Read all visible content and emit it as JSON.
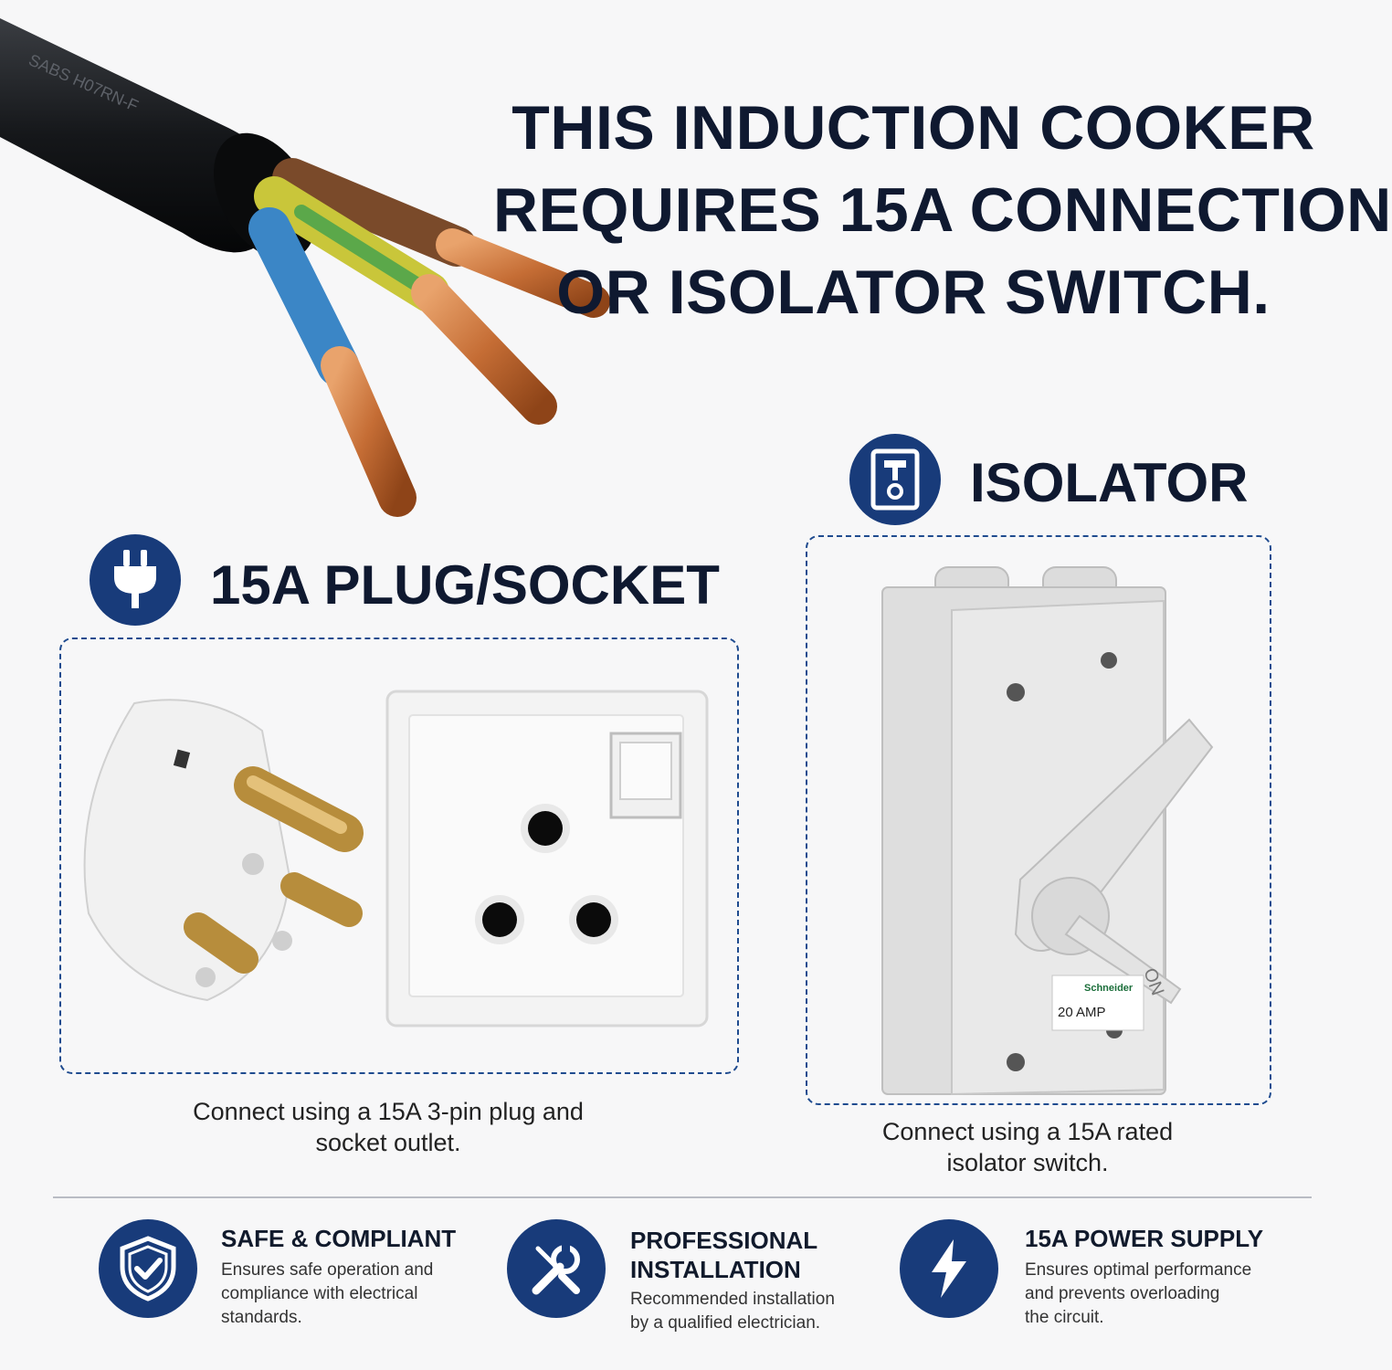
{
  "cable": {
    "jacket_text": "SABS H07RN-F"
  },
  "headline": {
    "line1": "THIS INDUCTION COOKER",
    "line2": "REQUIRES 15A CONNECTION",
    "line3": "OR ISOLATOR SWITCH."
  },
  "plug_section": {
    "icon": "plug-icon",
    "title": "15A PLUG/SOCKET",
    "caption_line1": "Connect using a 15A 3-pin plug and",
    "caption_line2": "socket outlet."
  },
  "isolator_section": {
    "icon": "isolator-switch-icon",
    "title": "ISOLATOR",
    "caption_line1": "Connect using a 15A rated",
    "caption_line2": "isolator switch.",
    "label_brand": "Schneider",
    "label_rating": "20 AMP",
    "lever_text": "ON"
  },
  "features": [
    {
      "icon": "shield-check-icon",
      "title": "SAFE & COMPLIANT",
      "desc": [
        "Ensures safe operation and",
        "compliance with electrical",
        "standards."
      ]
    },
    {
      "icon": "wrench-screwdriver-icon",
      "title_line1": "PROFESSIONAL",
      "title_line2": "INSTALLATION",
      "desc": [
        "Recommended installation",
        "by a qualified electrician."
      ]
    },
    {
      "icon": "lightning-bolt-icon",
      "title": "15A POWER SUPPLY",
      "desc": [
        "Ensures optimal performance",
        "and prevents overloading",
        "the circuit."
      ]
    }
  ],
  "colors": {
    "navy": "#183b7a",
    "dash": "#1f4b8f",
    "headline": "#0f1930"
  }
}
